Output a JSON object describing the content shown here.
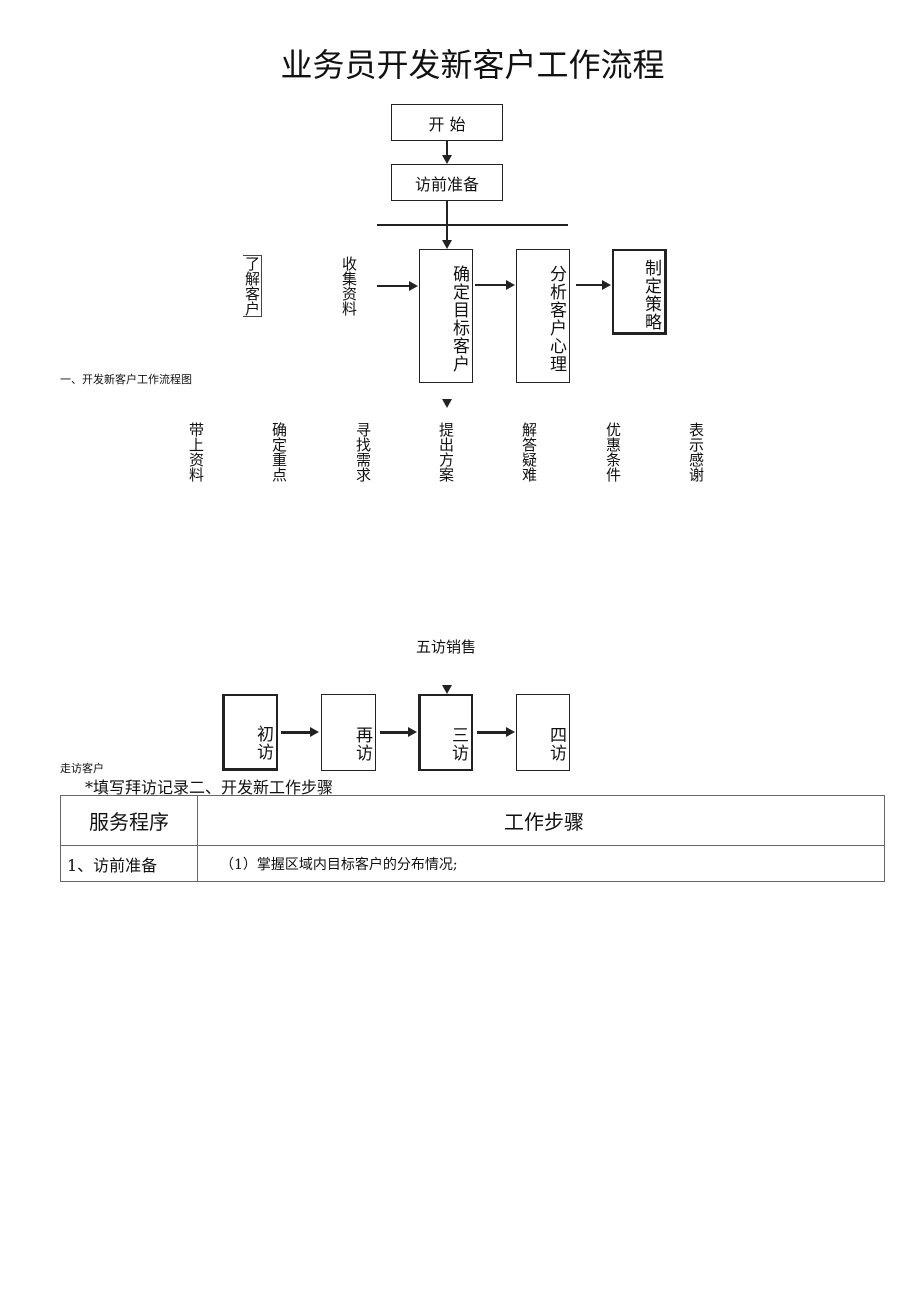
{
  "title": "业务员开发新客户工作流程",
  "flow": {
    "start": "开 始",
    "prep": "访前准备",
    "understand": "了解客户",
    "collect": "收集资料",
    "target": "确定目标客户",
    "analyze": "分析客户心理",
    "strategy": "制定策略",
    "caption1": "一、开发新客户工作流程图",
    "steps": [
      "带上资料",
      "确定重点",
      "寻找需求",
      "提出方案",
      "解答疑难",
      "优惠条件",
      "表示感谢"
    ],
    "five_visits": "五访销售",
    "visits": [
      "初访",
      "再访",
      "三访",
      "四访"
    ],
    "caption2": "走访客户",
    "record": "*填写拜访记录二、开发新工作步骤"
  },
  "table": {
    "headers": [
      "服务程序",
      "工作步骤"
    ],
    "rows": [
      [
        "1、访前准备",
        "（1）掌握区域内目标客户的分布情况;"
      ]
    ]
  }
}
